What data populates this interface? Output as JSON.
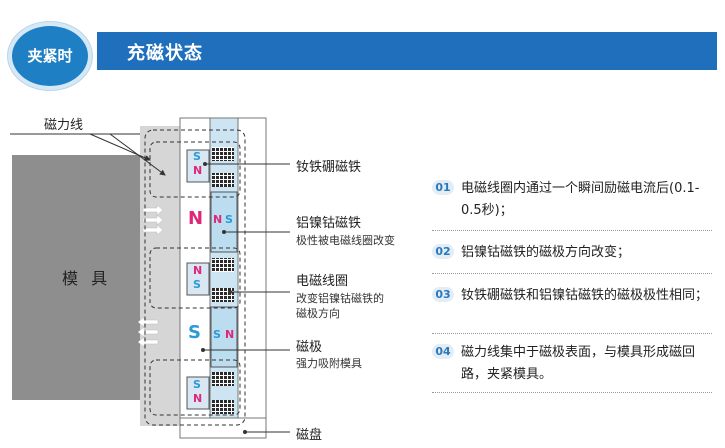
{
  "header": {
    "badge": "夹紧时",
    "title": "充磁状态"
  },
  "diagram": {
    "flux_line_label": "磁力线",
    "mold_label": "模 具",
    "ndfeb_label": "钕铁硼磁铁",
    "alnico_label": "铝镍钴磁铁",
    "alnico_sub": "极性被电磁线圈改变",
    "coil_label": "电磁线圈",
    "coil_sub1": "改变铝镍钴磁铁的",
    "coil_sub2": "磁极方向",
    "pole_label": "磁极",
    "pole_sub": "强力吸附模具",
    "plate_label": "磁盘",
    "magnets": {
      "top_s": "S",
      "top_n": "N",
      "mid1_n": "N",
      "mid1_s": "S",
      "alnico1_n": "N",
      "alnico1_s": "S",
      "alnico2_s": "S",
      "alnico2_n": "N",
      "mid3_s": "S",
      "mid3_n": "N"
    },
    "pole_n": "N",
    "pole_s": "S"
  },
  "steps": [
    {
      "num": "01",
      "text": "电磁线圈内通过一个瞬间励磁电流后(0.1-0.5秒)；"
    },
    {
      "num": "02",
      "text": "铝镍钴磁铁的磁极方向改变；"
    },
    {
      "num": "03",
      "text": "钕铁硼磁铁和铝镍钴磁铁的磁极极性相同；"
    },
    {
      "num": "04",
      "text": "磁力线集中于磁极表面，与模具形成磁回路，夹紧模具。"
    }
  ],
  "colors": {
    "accent": "#1f6fbd",
    "n_pole": "#e0267a",
    "s_pole": "#2a9ad8",
    "alnico": "#bcdcef"
  }
}
